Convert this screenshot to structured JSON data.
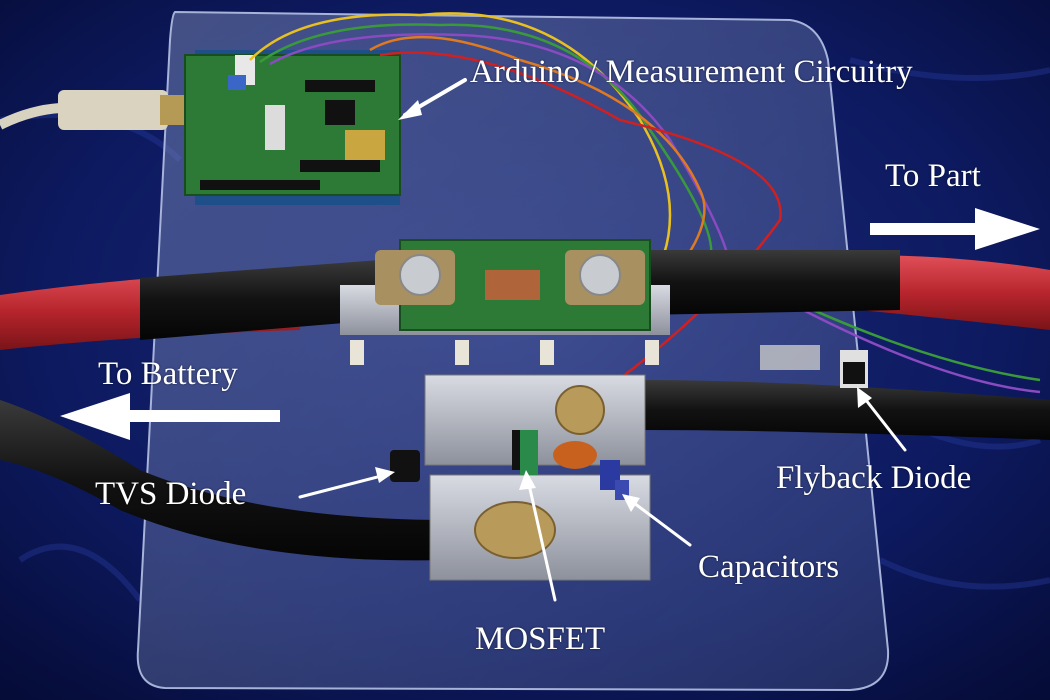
{
  "labels": {
    "arduino": "Arduino / Measurement Circuitry",
    "to_part": "To Part",
    "to_battery": "To Battery",
    "tvs_diode": "TVS Diode",
    "flyback_diode": "Flyback Diode",
    "capacitors": "Capacitors",
    "mosfet": "MOSFET"
  },
  "colors": {
    "cloth": "#0b1656",
    "acrylic": "#7f8fb8",
    "pcb": "#2c7a36",
    "cable_red": "#c8323a",
    "cable_black": "#141414",
    "aluminum": "#b9bcc4",
    "label": "#ffffff"
  }
}
